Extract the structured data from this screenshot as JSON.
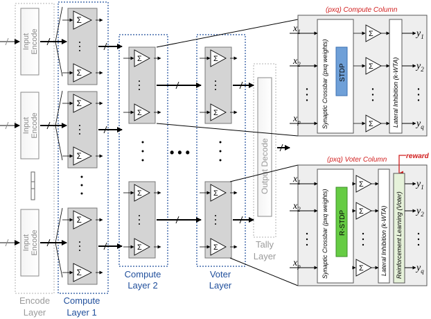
{
  "layers": {
    "encode": {
      "line1": "Encode",
      "line2": "Layer"
    },
    "compute1": {
      "line1": "Compute",
      "line2": "Layer 1"
    },
    "compute2": {
      "line1": "Compute",
      "line2": "Layer 2"
    },
    "voter": {
      "line1": "Voter",
      "line2": "Layer"
    },
    "tally": {
      "line1": "Tally",
      "line2": "Layer"
    }
  },
  "blocks": {
    "input_encode_line1": "Input",
    "input_encode_line2": "Encode",
    "output_decode": "Output Decode",
    "dots": "• • •"
  },
  "compute_column": {
    "title": "(pxq) Compute Column",
    "crossbar": "Synaptic Crossbar (pxq weights)",
    "learning": "STDP",
    "inhibition": "Lateral Inhibition (k-WTA)",
    "inputs": [
      "x",
      "x",
      "x"
    ],
    "input_subs": [
      "1",
      "2",
      "p"
    ],
    "outputs": [
      "y",
      "y",
      "y"
    ],
    "output_subs": [
      "1",
      "2",
      "q"
    ]
  },
  "voter_column": {
    "title": "(pxq) Voter Column",
    "reward": "reward",
    "crossbar": "Synaptic Crossbar (pxq weights)",
    "learning": "R-STDP",
    "inhibition": "Lateral Inhibition (k-WTA)",
    "reinforcement": "Reinforcement Learning (Voter)",
    "inputs": [
      "x",
      "x",
      "x"
    ],
    "input_subs": [
      "1",
      "2",
      "p"
    ],
    "outputs": [
      "y",
      "y",
      "y"
    ],
    "output_subs": [
      "1",
      "2",
      "q"
    ]
  },
  "neuron": {
    "sigma": "Σ"
  },
  "colors": {
    "blue_label": "#1f4e9b",
    "red_title": "#d11d1d",
    "green_bar": "#66cc44",
    "blue_bar": "#6fa0d8",
    "grey_block": "#d4d4d4"
  }
}
